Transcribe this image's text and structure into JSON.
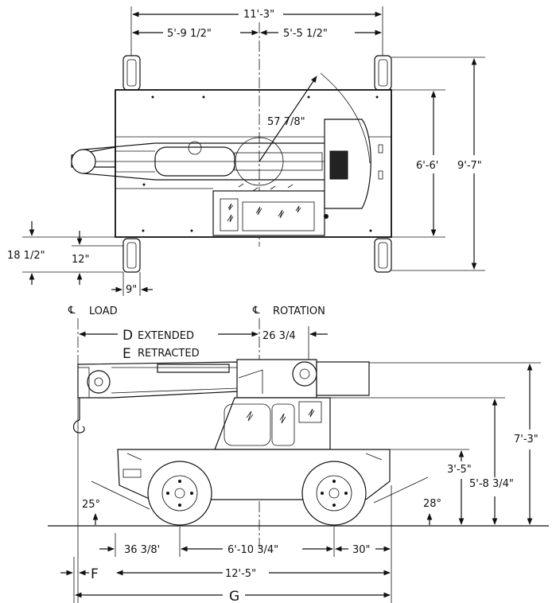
{
  "top_view": {
    "overall_width": "11'-3\"",
    "left_width": "5'-9 1/2\"",
    "right_width": "5'-5 1/2\"",
    "swing_radius": "57 7/8\"",
    "body_width": "6'-6'",
    "outrigger_span": "9'-7\"",
    "pad_offset": "18 1/2\"",
    "pad_depth": "12\"",
    "pad_width": "9\""
  },
  "side_view": {
    "load_centerline": "LOAD",
    "rotation_centerline": "ROTATION",
    "centerline_symbol": "℄",
    "extended_letter": "D",
    "extended_label": "EXTENDED",
    "retracted_letter": "E",
    "retracted_label": "RETRACTED",
    "boom_offset": "26 3/4",
    "overall_height": "7'-3\"",
    "cab_height": "5'-8 3/4\"",
    "deck_height": "3'-5\"",
    "front_angle": "25°",
    "rear_angle": "28°",
    "front_overhang": "36 3/8'",
    "wheelbase": "6'-10 3/4\"",
    "rear_overhang": "30\"",
    "letter_f": "F",
    "overall_length": "12'-5\"",
    "letter_g": "G"
  }
}
